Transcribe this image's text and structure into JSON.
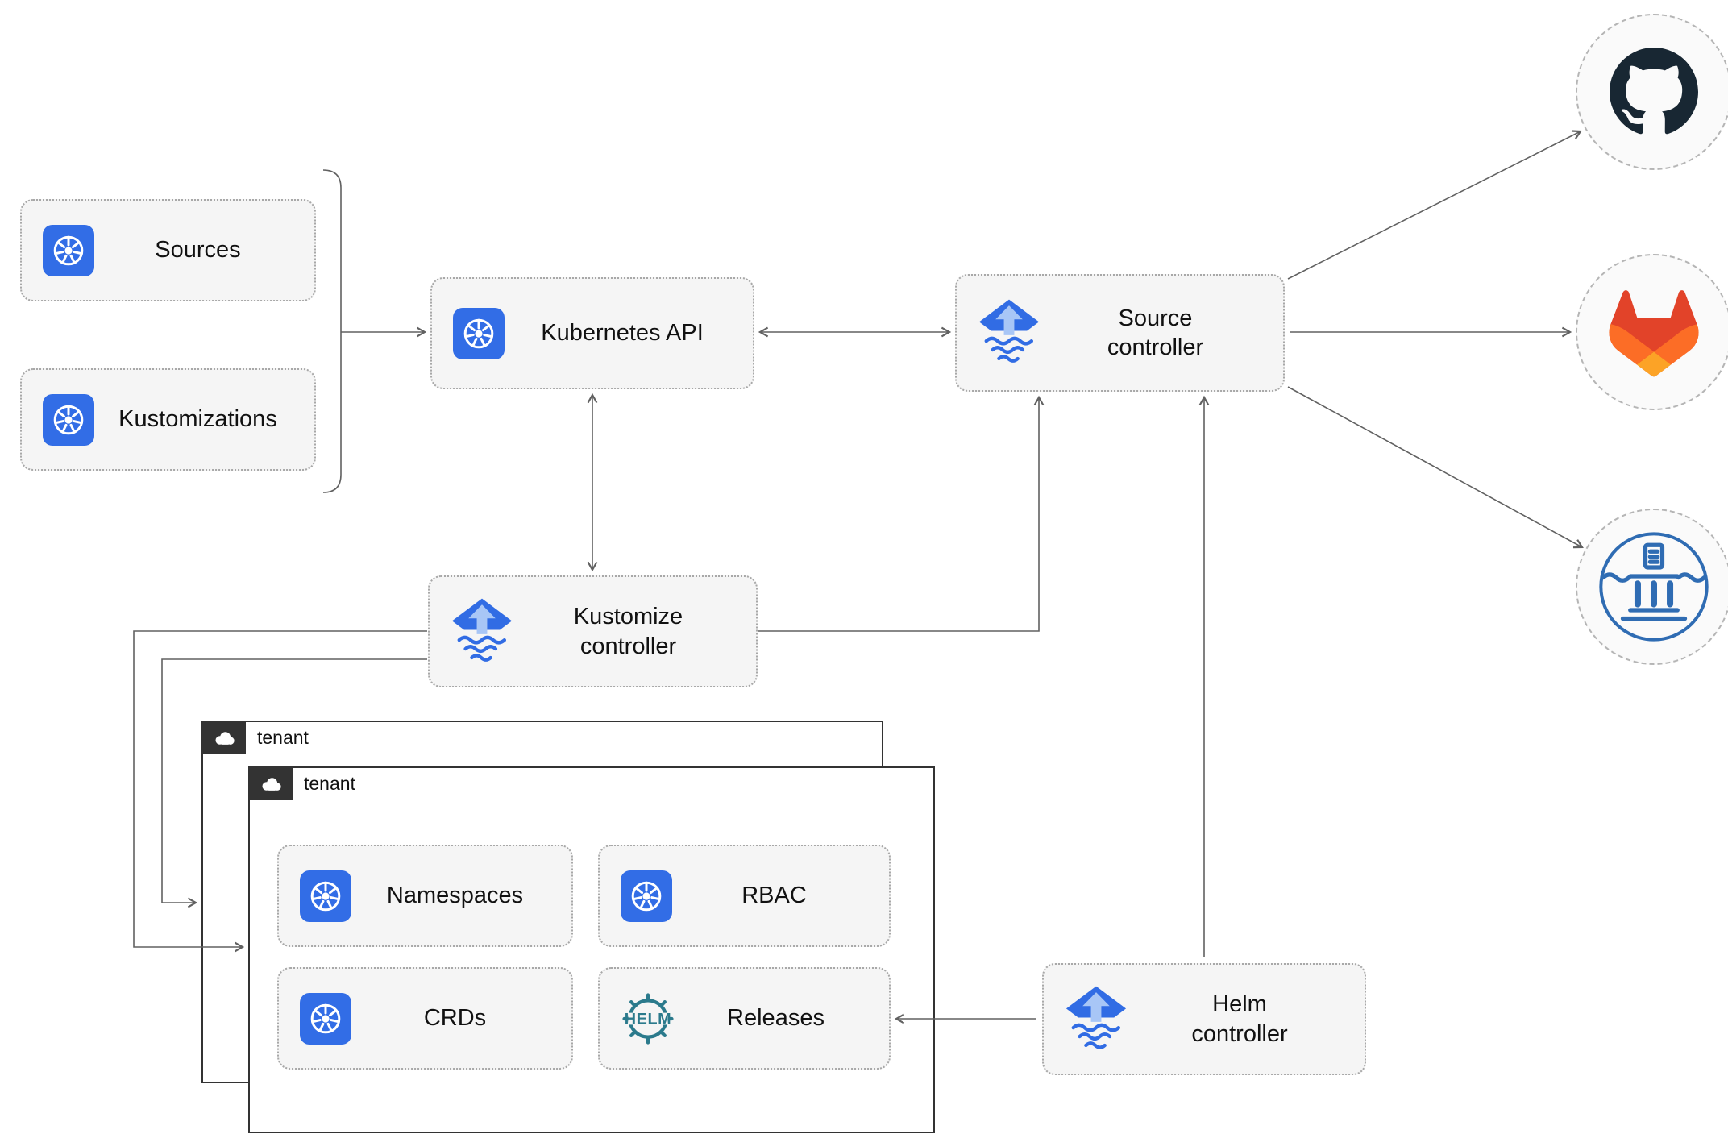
{
  "diagram": {
    "nodes": {
      "sources": {
        "label": "Sources",
        "icon": "kubernetes"
      },
      "kustomizations": {
        "label": "Kustomizations",
        "icon": "kubernetes"
      },
      "kubernetes_api": {
        "label": "Kubernetes API",
        "icon": "kubernetes"
      },
      "source_controller": {
        "label": "Source controller",
        "icon": "flux"
      },
      "kustomize_controller": {
        "label": "Kustomize controller",
        "icon": "flux"
      },
      "helm_controller": {
        "label": "Helm controller",
        "icon": "flux"
      },
      "namespaces": {
        "label": "Namespaces",
        "icon": "kubernetes"
      },
      "rbac": {
        "label": "RBAC",
        "icon": "kubernetes"
      },
      "crds": {
        "label": "CRDs",
        "icon": "kubernetes"
      },
      "releases": {
        "label": "Releases",
        "icon": "helm"
      }
    },
    "tenants": {
      "back": {
        "label": "tenant"
      },
      "front": {
        "label": "tenant"
      }
    },
    "endpoints": {
      "github": {
        "icon": "github"
      },
      "gitlab": {
        "icon": "gitlab"
      },
      "chartmuseum": {
        "icon": "chartmuseum"
      }
    },
    "helm_logo_text": "HELM",
    "colors": {
      "kubernetes_blue": "#326de6",
      "flux_blue": "#316ce4",
      "flux_arrow_light": "#a8c6f6",
      "helm_teal": "#2b7a8c",
      "github_dark": "#182733",
      "gitlab_red": "#e24329",
      "gitlab_orange": "#fc6d26",
      "gitlab_yellow": "#fca326",
      "chartmuseum_blue": "#2f6cb3",
      "connector_gray": "#616161",
      "node_fill": "#f5f5f5",
      "node_border": "#a8a8a8",
      "tenant_border": "#333333",
      "circle_fill": "#fafafa",
      "circle_border": "#b5b5b5"
    }
  }
}
